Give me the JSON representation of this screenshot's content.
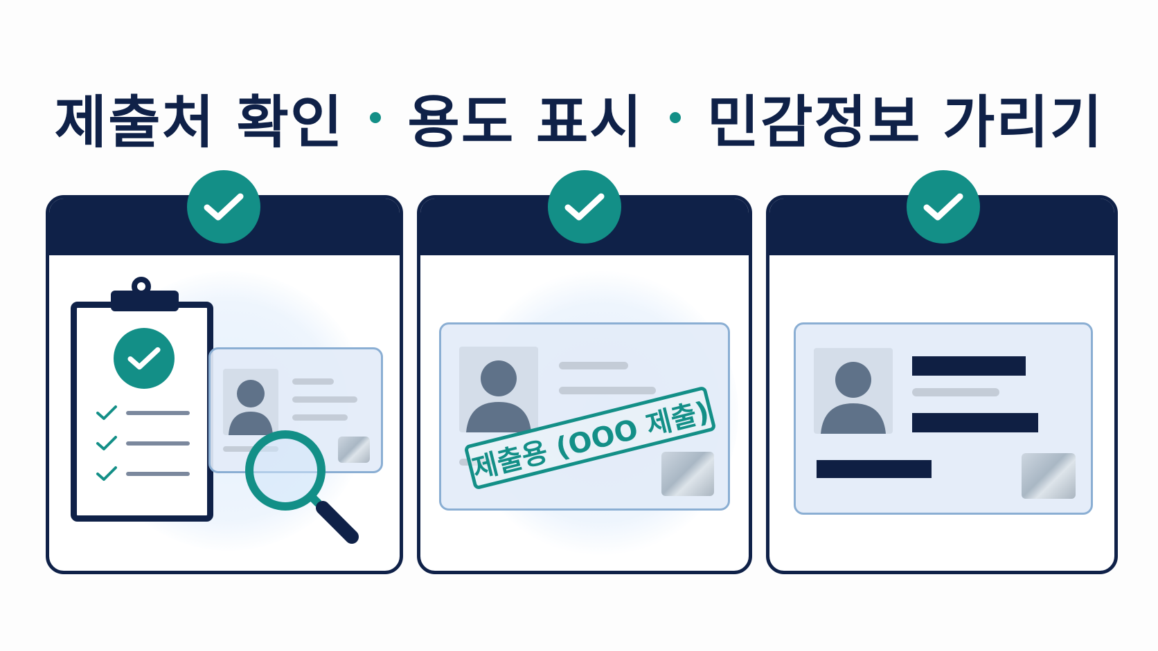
{
  "headline": {
    "part1": "제출처 확인",
    "part2": "용도 표시",
    "part3": "민감정보 가리기"
  },
  "stamp": {
    "text": "제출용 (OOO 제출)"
  },
  "colors": {
    "navy": "#0f2148",
    "teal": "#138f87",
    "card_border": "#8aaed3",
    "card_fill": "#e3ecf8"
  },
  "icons": [
    "check-icon",
    "clipboard-icon",
    "magnifier-icon",
    "person-silhouette-icon",
    "hologram-chip-icon"
  ]
}
